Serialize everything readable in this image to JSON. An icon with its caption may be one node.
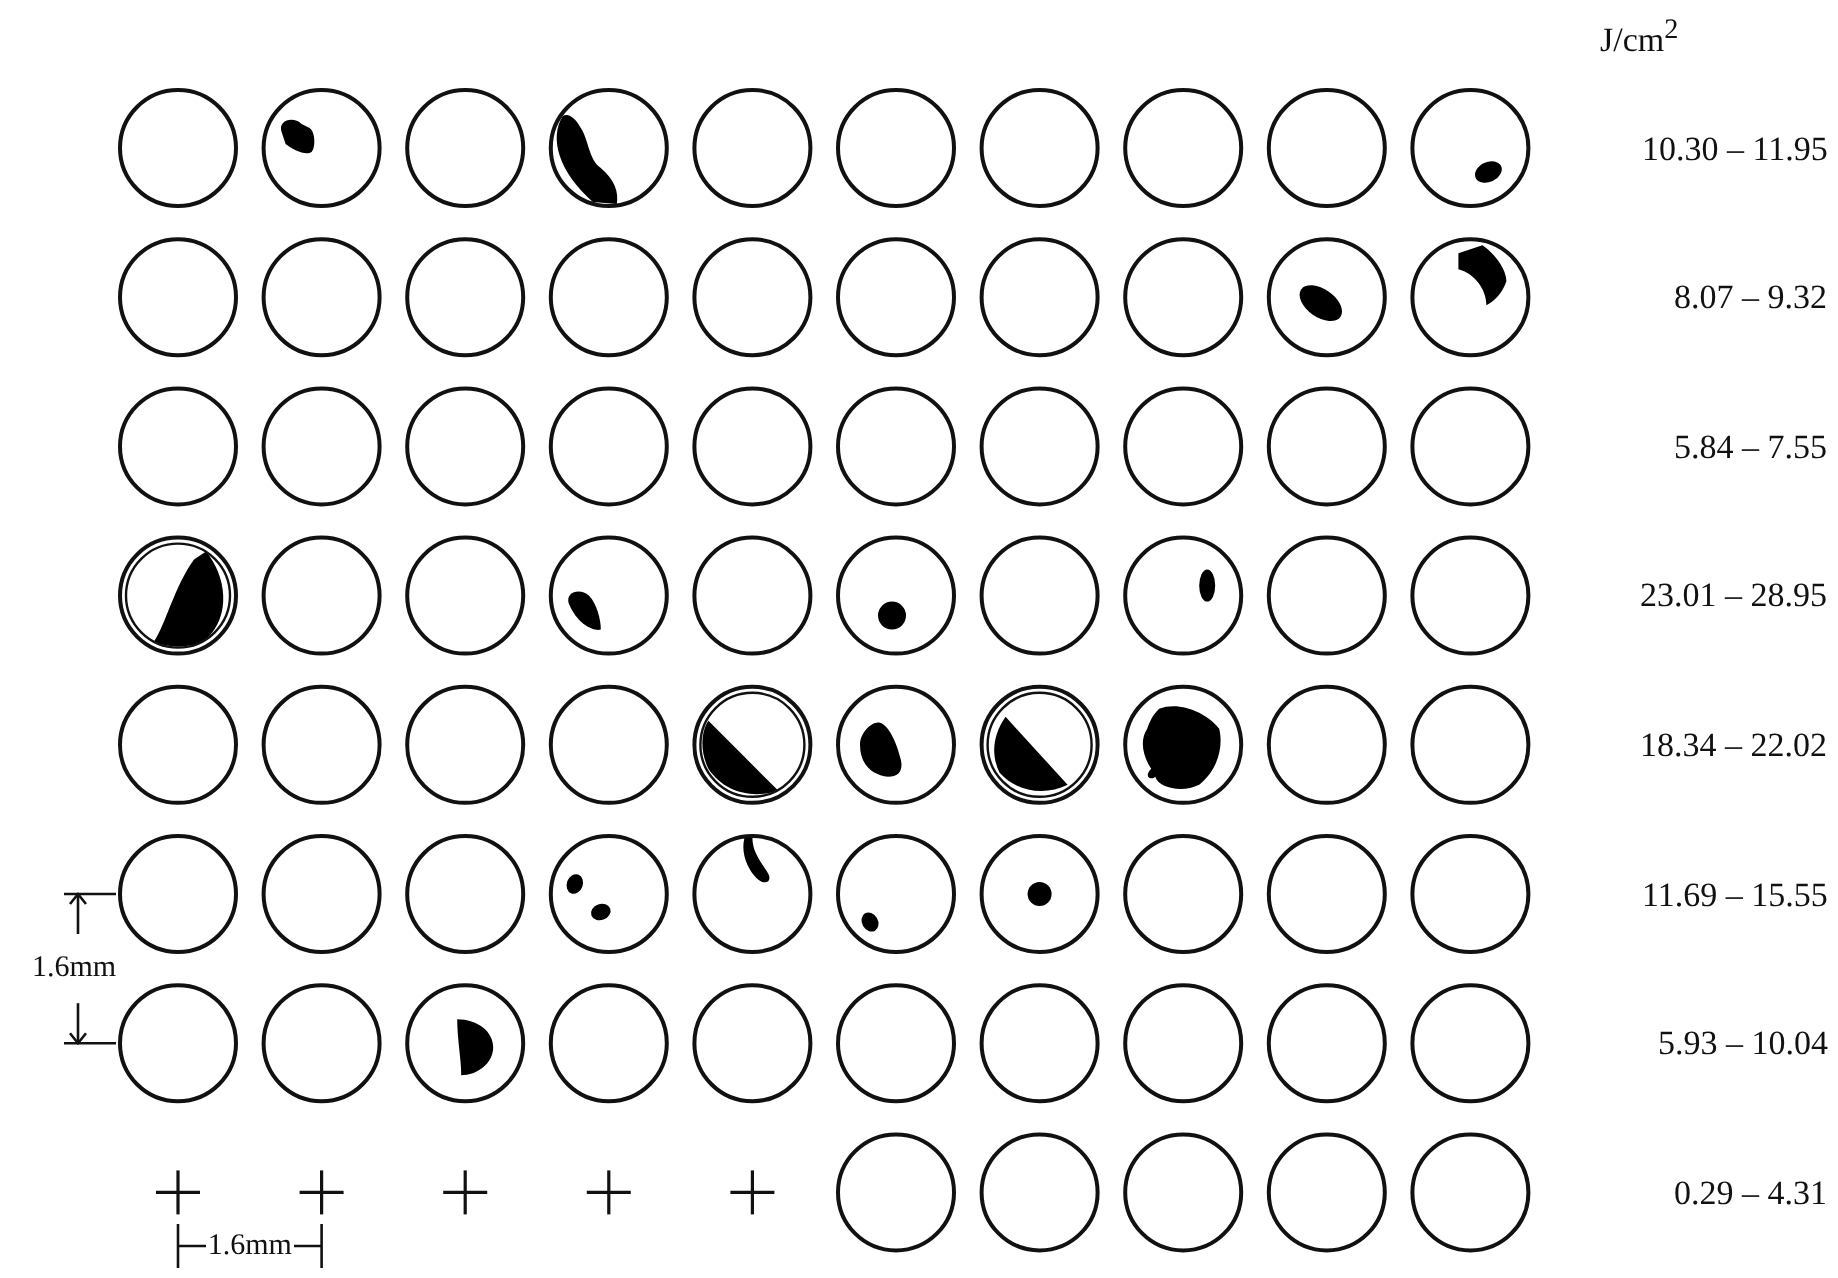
{
  "diagram": {
    "labels": [
      "J/cm$^{2}$",
      "10.30 – 11.95",
      "8.07 – 9.32",
      "5.84 – 7.55",
      "23.01 – 28.95",
      "18.34 – 22.02",
      "11.69 – 15.55",
      "5.93 – 10.04",
      "0.29 – 4.31",
      "1.6mm",
      "1.6mm"
    ]
  }
}
